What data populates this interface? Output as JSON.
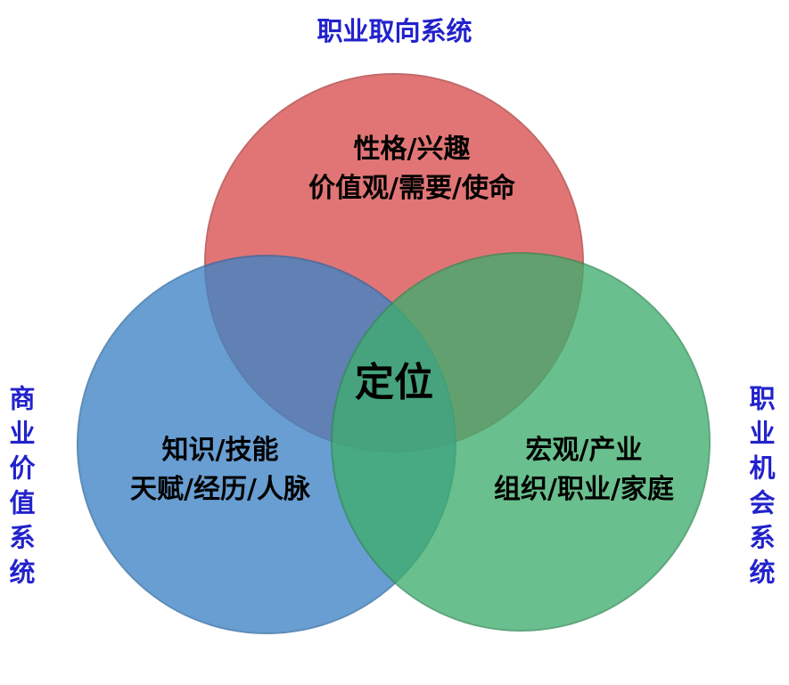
{
  "labels": {
    "top_system": "职业取向系统",
    "left_system": "商业价值系统",
    "right_system": "职业机会系统",
    "center": "定位"
  },
  "circles": {
    "orientation": {
      "name": "career-orientation-system",
      "line1": "性格/兴趣",
      "line2": "价值观/需要/使命"
    },
    "business_value": {
      "name": "business-value-system",
      "line1": "知识/技能",
      "line2": "天赋/经历/人脉"
    },
    "opportunity": {
      "name": "career-opportunity-system",
      "line1": "宏观/产业",
      "line2": "组织/职业/家庭"
    }
  },
  "colors": {
    "red_circle": "#D94F4F",
    "blue_circle": "#3E84C6",
    "green_circle": "#3FAE6E",
    "system_label_blue": "#2222CC"
  }
}
